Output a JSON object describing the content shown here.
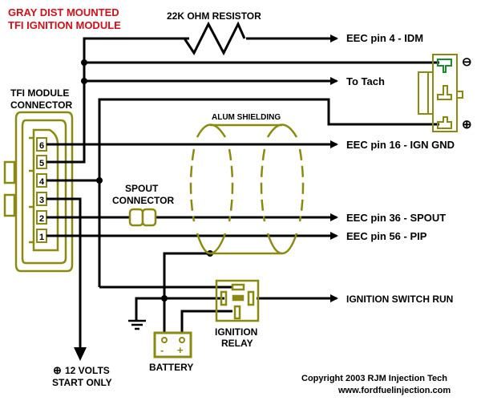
{
  "title_lines": [
    "GRAY  DIST MOUNTED",
    "TFI IGNITION MODULE"
  ],
  "resistor_label": "22K OHM RESISTOR",
  "tfi_connector_label": [
    "TFI MODULE",
    "CONNECTOR"
  ],
  "connector_pins": [
    "6",
    "5",
    "4",
    "3",
    "2",
    "1"
  ],
  "shield_label": "ALUM SHIELDING",
  "spout_connector_label": [
    "SPOUT",
    "CONNECTOR"
  ],
  "outputs": {
    "idm": "EEC pin 4 - IDM",
    "tach": "To Tach",
    "ign_gnd": "EEC pin 16 - IGN GND",
    "spout": "EEC pin 36 - SPOUT",
    "pip": "EEC pin 56 - PIP",
    "ign_switch": "IGNITION SWITCH RUN"
  },
  "coil_polarity": {
    "negative": "⊖",
    "positive": "⊕"
  },
  "relay_label": [
    "IGNITION",
    "RELAY"
  ],
  "battery_label": "BATTERY",
  "battery_terminals": {
    "negative": "-",
    "positive": "+"
  },
  "start_label": [
    "12 VOLTS",
    "START ONLY"
  ],
  "copyright": [
    "Copyright 2003 RJM Injection Tech",
    "www.fordfuelinjection.com"
  ],
  "colors": {
    "wire": "#000000",
    "component": "#8a8a10",
    "title": "#d0101a",
    "coil_neg_terminal": "#1a8a2a"
  }
}
